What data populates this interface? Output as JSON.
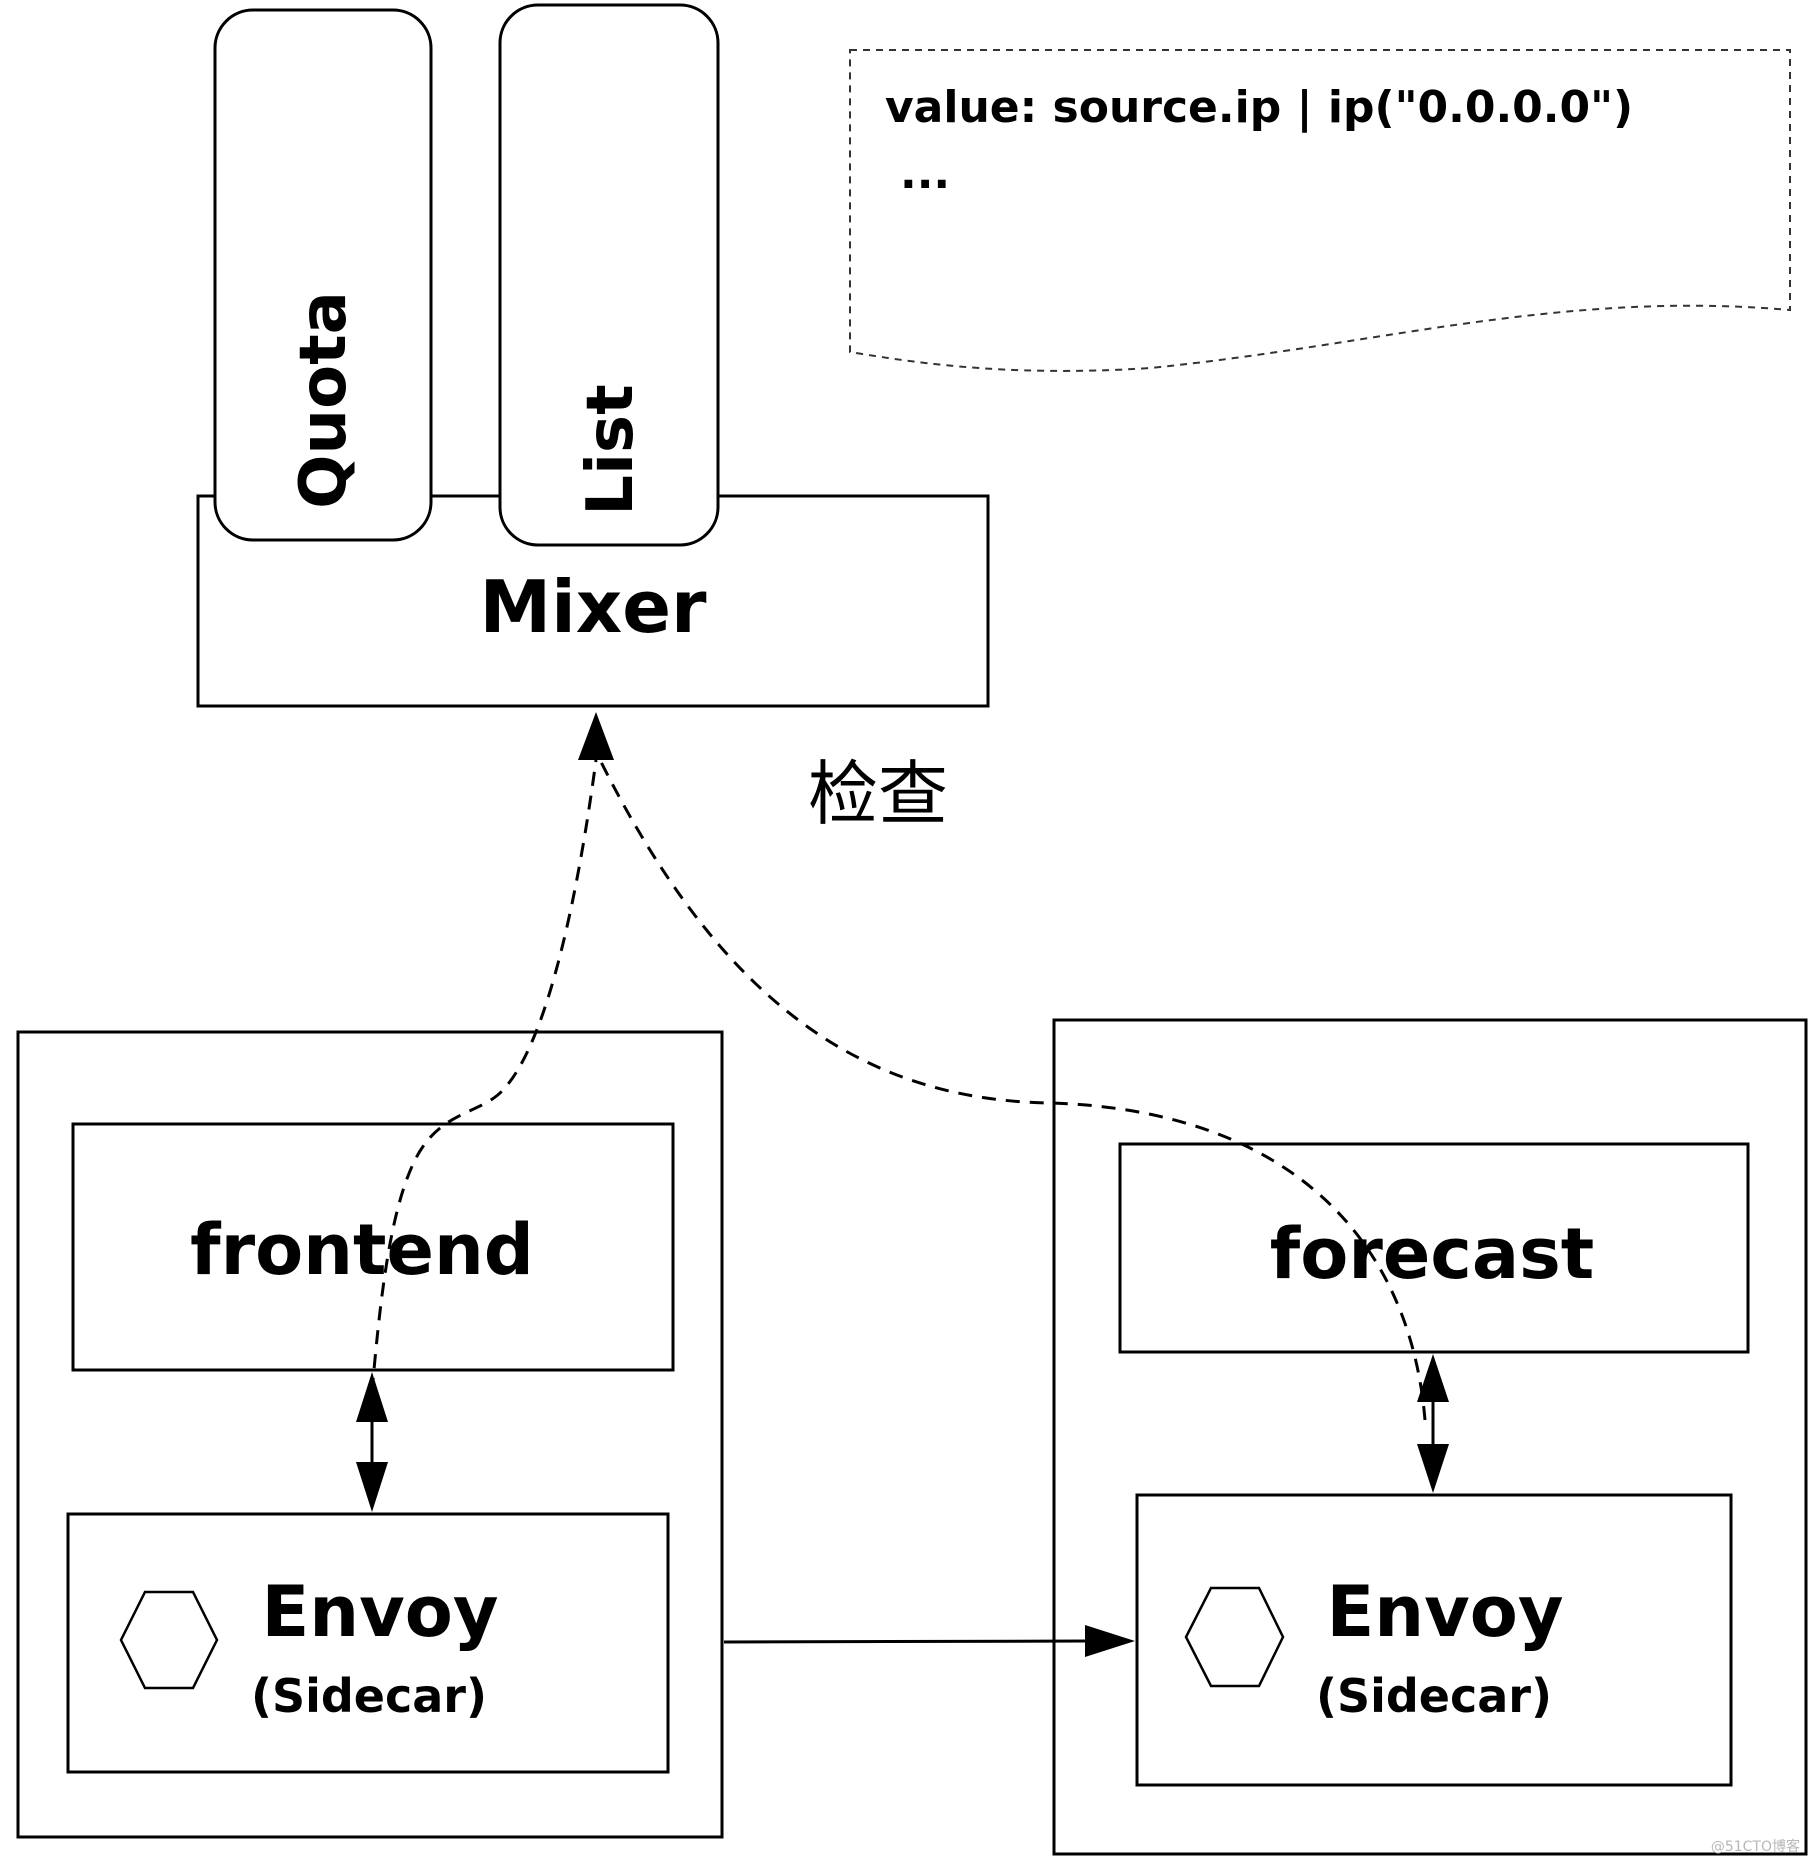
{
  "mixer": {
    "label": "Mixer",
    "adapters": [
      "Quota",
      "List"
    ]
  },
  "config_note": {
    "line1": "value: source.ip | ip(\"0.0.0.0\")",
    "line2": "..."
  },
  "check_label": "检查",
  "services": [
    {
      "app_label": "frontend",
      "proxy_label": "Envoy",
      "proxy_sub_label": "(Sidecar)"
    },
    {
      "app_label": "forecast",
      "proxy_label": "Envoy",
      "proxy_sub_label": "(Sidecar)"
    }
  ],
  "watermark": "@51CTO博客"
}
